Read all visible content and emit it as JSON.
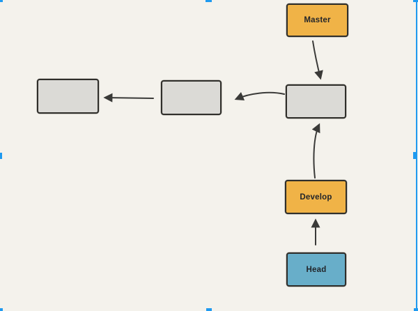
{
  "colors": {
    "bg": "#f4f2ec",
    "node-gray": "#dbdad6",
    "node-yellow": "#f0b347",
    "node-blue": "#68aec9",
    "node-border": "#2f2e2a",
    "arrow": "#3a3a38",
    "selection": "#1e9af0",
    "label": "#22252a"
  },
  "diagram": {
    "nodes": [
      {
        "id": "master",
        "label": "Master",
        "color": "yellow"
      },
      {
        "id": "commit-1",
        "label": "",
        "color": "gray"
      },
      {
        "id": "commit-2",
        "label": "",
        "color": "gray"
      },
      {
        "id": "commit-3",
        "label": "",
        "color": "gray"
      },
      {
        "id": "develop",
        "label": "Develop",
        "color": "yellow"
      },
      {
        "id": "head",
        "label": "Head",
        "color": "blue"
      }
    ],
    "edges": [
      {
        "from": "master",
        "to": "commit-3"
      },
      {
        "from": "commit-3",
        "to": "commit-2"
      },
      {
        "from": "commit-2",
        "to": "commit-1"
      },
      {
        "from": "develop",
        "to": "commit-3"
      },
      {
        "from": "head",
        "to": "develop"
      }
    ]
  },
  "selection": {
    "handle_positions": [
      "top-left",
      "top-middle",
      "top-right",
      "middle-left",
      "middle-right",
      "bottom-left",
      "bottom-middle",
      "bottom-right"
    ],
    "visible_edges": [
      "right"
    ]
  }
}
